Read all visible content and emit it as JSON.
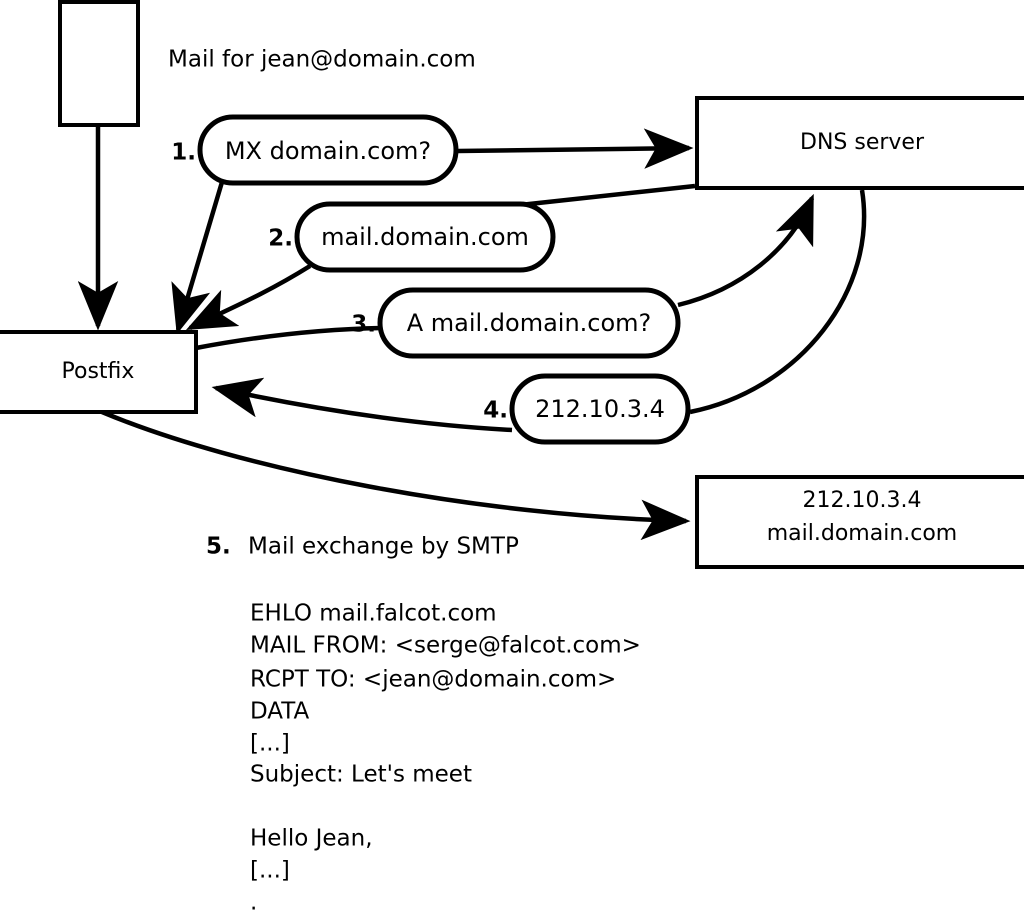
{
  "diagram": {
    "title": "Mail for jean@domain.com",
    "nodes": {
      "sender_box": {
        "label": ""
      },
      "postfix": {
        "label": "Postfix"
      },
      "dns_server": {
        "label": "DNS server"
      },
      "target_server": {
        "line1": "212.10.3.4",
        "line2": "mail.domain.com"
      }
    },
    "steps": [
      {
        "num": "1.",
        "label": "MX domain.com?"
      },
      {
        "num": "2.",
        "label": "mail.domain.com"
      },
      {
        "num": "3.",
        "label": "A mail.domain.com?"
      },
      {
        "num": "4.",
        "label": "212.10.3.4"
      }
    ],
    "step5": {
      "num": "5.",
      "label": "Mail exchange by SMTP"
    },
    "transcript": [
      "EHLO mail.falcot.com",
      "MAIL FROM: <serge@falcot.com>",
      "RCPT TO: <jean@domain.com>",
      "DATA",
      "[...]",
      "Subject: Let's meet",
      "",
      "Hello Jean,",
      "[...]",
      "."
    ],
    "colors": {
      "stroke": "#000000",
      "fill": "#ffffff",
      "text": "#000000"
    }
  }
}
